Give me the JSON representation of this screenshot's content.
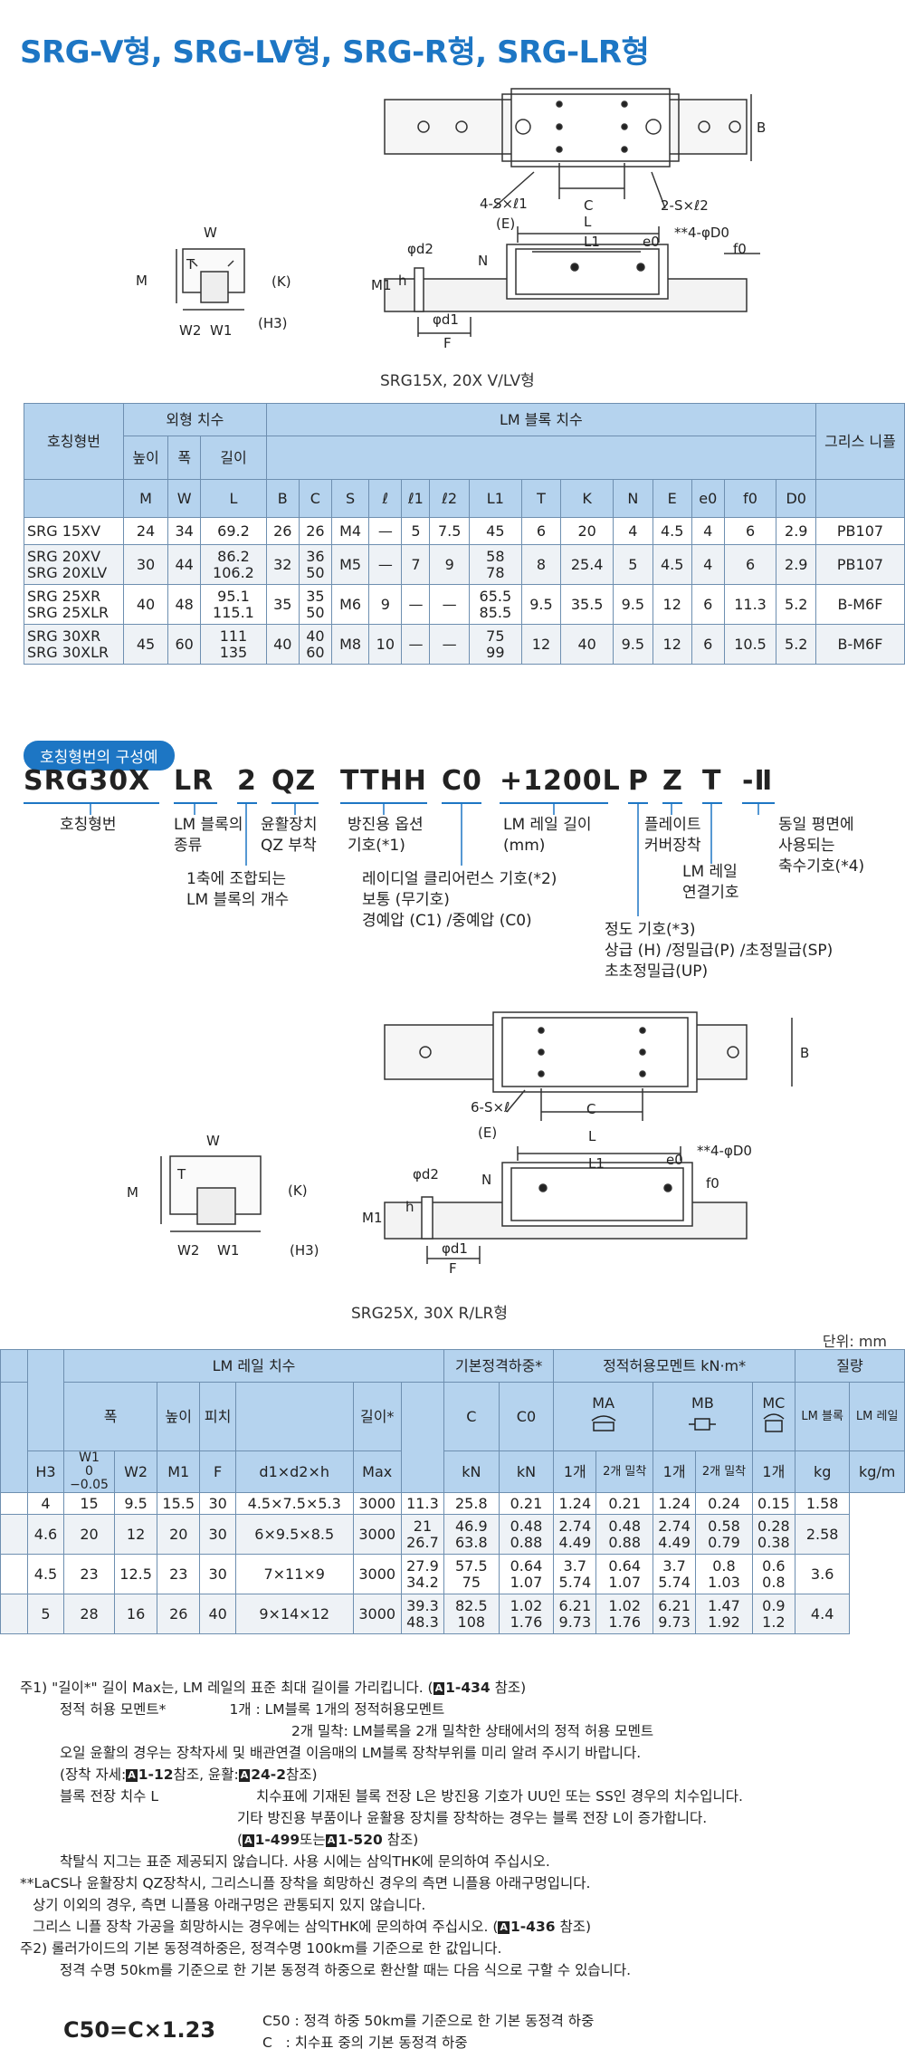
{
  "title": "SRG-V형, SRG-LV형, SRG-R형, SRG-LR형",
  "figure1": {
    "caption": "SRG15X, 20X V/LV형",
    "labels": {
      "B": "B",
      "C": "C",
      "s1": "4-S×ℓ1",
      "s2": "2-S×ℓ2",
      "W": "W",
      "T": "T",
      "M": "M",
      "K": "(K)",
      "W2": "W2",
      "W1": "W1",
      "H3": "(H3)",
      "E": "(E)",
      "L": "L",
      "L1": "L1",
      "e0": "e0",
      "D0": "**4-φD0",
      "f0": "f0",
      "d2": "φd2",
      "N": "N",
      "M1": "M1",
      "h": "h",
      "d1": "φd1",
      "F": "F"
    }
  },
  "table1": {
    "header_model": "호칭형번",
    "group_outer": "외형 치수",
    "group_block": "LM 블록 치수",
    "sub_outer": [
      "높이",
      "폭",
      "길이"
    ],
    "grease": "그리스 니플",
    "cols": [
      "M",
      "W",
      "L",
      "B",
      "C",
      "S",
      "ℓ",
      "ℓ1",
      "ℓ2",
      "L1",
      "T",
      "K",
      "N",
      "E",
      "e0",
      "f0",
      "D0"
    ],
    "rows": [
      [
        "SRG 15XV",
        "24",
        "34",
        "69.2",
        "26",
        "26",
        "M4",
        "—",
        "5",
        "7.5",
        "45",
        "6",
        "20",
        "4",
        "4.5",
        "4",
        "6",
        "2.9",
        "PB107"
      ],
      [
        "SRG 20XV\nSRG 20XLV",
        "30",
        "44",
        "86.2\n106.2",
        "32",
        "36\n50",
        "M5",
        "—",
        "7",
        "9",
        "58\n78",
        "8",
        "25.4",
        "5",
        "4.5",
        "4",
        "6",
        "2.9",
        "PB107"
      ],
      [
        "SRG 25XR\nSRG 25XLR",
        "40",
        "48",
        "95.1\n115.1",
        "35",
        "35\n50",
        "M6",
        "9",
        "—",
        "—",
        "65.5\n85.5",
        "9.5",
        "35.5",
        "9.5",
        "12",
        "6",
        "11.3",
        "5.2",
        "B-M6F"
      ],
      [
        "SRG 30XR\nSRG 30XLR",
        "45",
        "60",
        "111\n135",
        "40",
        "40\n60",
        "M8",
        "10",
        "—",
        "—",
        "75\n99",
        "12",
        "40",
        "9.5",
        "12",
        "6",
        "10.5",
        "5.2",
        "B-M6F"
      ]
    ]
  },
  "designation": {
    "pill": "호칭형번의 구성예",
    "codes": [
      "SRG30X",
      "LR",
      "2",
      "QZ",
      "TTHH",
      "C0",
      "+1200L",
      "P",
      "Z",
      "T",
      "-Ⅱ"
    ],
    "annotations": {
      "model": "호칭형번",
      "block_type": "LM 블록의\n종류",
      "lube": "윤활장치\nQZ 부착",
      "seal": "방진용 옵션\n기호(*1)",
      "rail_len": "LM 레일 길이\n(mm)",
      "plate": "플레이트\n커버장착",
      "joint": "LM 레일\n연결기호",
      "axis": "동일 평면에\n사용되는\n축수기호(*4)",
      "count": "1축에 조합되는\nLM 블록의 개수",
      "clearance": "레이디얼 클리어런스 기호(*2)\n보통 (무기호)\n경예압 (C1) /중예압 (C0)",
      "accuracy": "정도 기호(*3)\n상급 (H) /정밀급(P) /초정밀급(SP)\n초초정밀급(UP)"
    }
  },
  "figure2": {
    "caption": "SRG25X, 30X R/LR형",
    "labels": {
      "B": "B",
      "C": "C",
      "s1": "6-S×ℓ",
      "W": "W",
      "T": "T",
      "M": "M",
      "K": "(K)",
      "W2": "W2",
      "W1": "W1",
      "H3": "(H3)",
      "E": "(E)",
      "L": "L",
      "L1": "L1",
      "e0": "e0",
      "D0": "**4-φD0",
      "f0": "f0",
      "d2": "φd2",
      "N": "N",
      "M1": "M1",
      "h": "h",
      "d1": "φd1",
      "F": "F"
    }
  },
  "unit": "단위: mm",
  "table2": {
    "group_rail": "LM 레일 치수",
    "group_load": "기본정격하중*",
    "group_moment": "정적허용모멘트 kN·m*",
    "group_mass": "질량",
    "sub_width": "폭",
    "sub_height": "높이",
    "sub_pitch": "피치",
    "sub_length": "길이*",
    "moments": [
      "MA",
      "MB",
      "MC"
    ],
    "mass_block": "LM 블록",
    "mass_rail": "LM 레일",
    "cols": [
      "H3",
      "W1\n0\n−0.05",
      "W2",
      "M1",
      "F",
      "d1×d2×h",
      "Max",
      "kN",
      "kN",
      "1개",
      "2개 밀착",
      "1개",
      "2개 밀착",
      "1개",
      "kg",
      "kg/m"
    ],
    "col_C": "C",
    "col_C0": "C0",
    "rows": [
      [
        "4",
        "15",
        "9.5",
        "15.5",
        "30",
        "4.5×7.5×5.3",
        "3000",
        "11.3",
        "25.8",
        "0.21",
        "1.24",
        "0.21",
        "1.24",
        "0.24",
        "0.15",
        "1.58"
      ],
      [
        "4.6",
        "20",
        "12",
        "20",
        "30",
        "6×9.5×8.5",
        "3000",
        "21\n26.7",
        "46.9\n63.8",
        "0.48\n0.88",
        "2.74\n4.49",
        "0.48\n0.88",
        "2.74\n4.49",
        "0.58\n0.79",
        "0.28\n0.38",
        "2.58"
      ],
      [
        "4.5",
        "23",
        "12.5",
        "23",
        "30",
        "7×11×9",
        "3000",
        "27.9\n34.2",
        "57.5\n75",
        "0.64\n1.07",
        "3.7\n5.74",
        "0.64\n1.07",
        "3.7\n5.74",
        "0.8\n1.03",
        "0.6\n0.8",
        "3.6"
      ],
      [
        "5",
        "28",
        "16",
        "26",
        "40",
        "9×14×12",
        "3000",
        "39.3\n48.3",
        "82.5\n108",
        "1.02\n1.76",
        "6.21\n9.73",
        "1.02\n1.76",
        "6.21\n9.73",
        "1.47\n1.92",
        "0.9\n1.2",
        "4.4"
      ]
    ]
  },
  "notes": [
    "주1) \"길이*\" 길이 Max는, LM 레일의 표준 최대 길이를 가리킵니다. (",
    "1-434",
    " 참조)",
    "정적 허용 모멘트*",
    "1개 : LM블록 1개의 정적허용모멘트",
    "2개 밀착: LM블록을 2개 밀착한 상태에서의 정적 허용 모멘트",
    "오일 윤활의 경우는 장착자세 및 배관연결 이음매의 LM블록 장착부위를 미리 알려 주시기 바랍니다.",
    "(장착 자세:",
    "1-12",
    "참조, 윤활:",
    "24-2",
    "참조)",
    "블록 전장 치수 L",
    "치수표에 기재된 블록 전장 L은 방진용 기호가 UU인 또는 SS인 경우의 치수입니다.",
    "기타 방진용 부품이나 윤활용 장치를 장착하는 경우는 블록 전장 L이 증가합니다.",
    "1-499",
    "또는",
    "1-520",
    " 참조)",
    "착탈식 지그는 표준 제공되지 않습니다. 사용 시에는 삼익THK에 문의하여 주십시오.",
    "**LaCS나 윤활장치 QZ장착시, 그리스니플 장착을 희망하신 경우의 측면 니플용 아래구멍입니다.",
    "상기 이외의 경우, 측면 니플용 아래구멍은 관통되지 있지 않습니다.",
    "그리스 니플 장착 가공을 희망하시는 경우에는 삼익THK에 문의하여 주십시오. (",
    "1-436",
    " 참조)",
    "주2) 롤러가이드의 기본 동정격하중은, 정격수명 100km를 기준으로 한 값입니다.",
    "정격 수명 50km를 기준으로 한 기본 동정격 하중으로 환산할 때는 다음 식으로 구할 수 있습니다."
  ],
  "formula": "C50=C×1.23",
  "formula_notes": [
    "C50 : 정격 하중 50km를 기준으로 한 기본 동정격 하중",
    "C   : 치수표 중의 기본 동정격 하중"
  ]
}
